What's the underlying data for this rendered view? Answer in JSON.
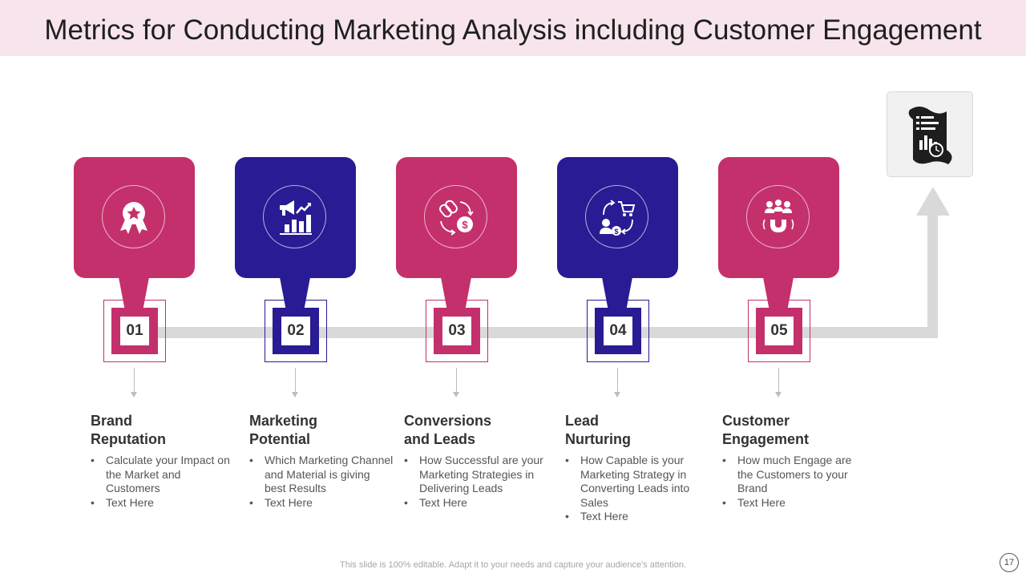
{
  "title": "Metrics for Conducting  Marketing Analysis  including  Customer Engagement",
  "colors": {
    "pink": "#c4306c",
    "navy": "#291b94",
    "track": "#d9d9d9",
    "title_bar": "#f7e4ec"
  },
  "report_icon": "report-document-icon",
  "steps": [
    {
      "number": "01",
      "color": "pink",
      "icon": "award-ribbon-icon",
      "heading": [
        "Brand",
        "Reputation"
      ],
      "bullets": [
        "Calculate your Impact on the Market and Customers",
        "Text Here"
      ]
    },
    {
      "number": "02",
      "color": "navy",
      "icon": "megaphone-growth-icon",
      "heading": [
        "Marketing",
        "Potential"
      ],
      "bullets": [
        "Which Marketing Channel and Material is giving best Results",
        "Text Here"
      ]
    },
    {
      "number": "03",
      "color": "pink",
      "icon": "link-dollar-cycle-icon",
      "heading": [
        "Conversions",
        "and Leads"
      ],
      "bullets": [
        "How Successful are your Marketing Strategies in Delivering Leads",
        "Text Here"
      ]
    },
    {
      "number": "04",
      "color": "navy",
      "icon": "cart-customer-cycle-icon",
      "heading": [
        "Lead",
        "Nurturing"
      ],
      "bullets": [
        "How Capable is your Marketing Strategy in Converting Leads into Sales",
        "Text Here"
      ]
    },
    {
      "number": "05",
      "color": "pink",
      "icon": "magnet-people-icon",
      "heading": [
        "Customer",
        "Engagement"
      ],
      "bullets": [
        "How much Engage are the Customers to your Brand",
        "Text Here"
      ]
    }
  ],
  "footer": "This slide is 100% editable. Adapt it to your needs and capture your audience's attention.",
  "page_number": "17"
}
